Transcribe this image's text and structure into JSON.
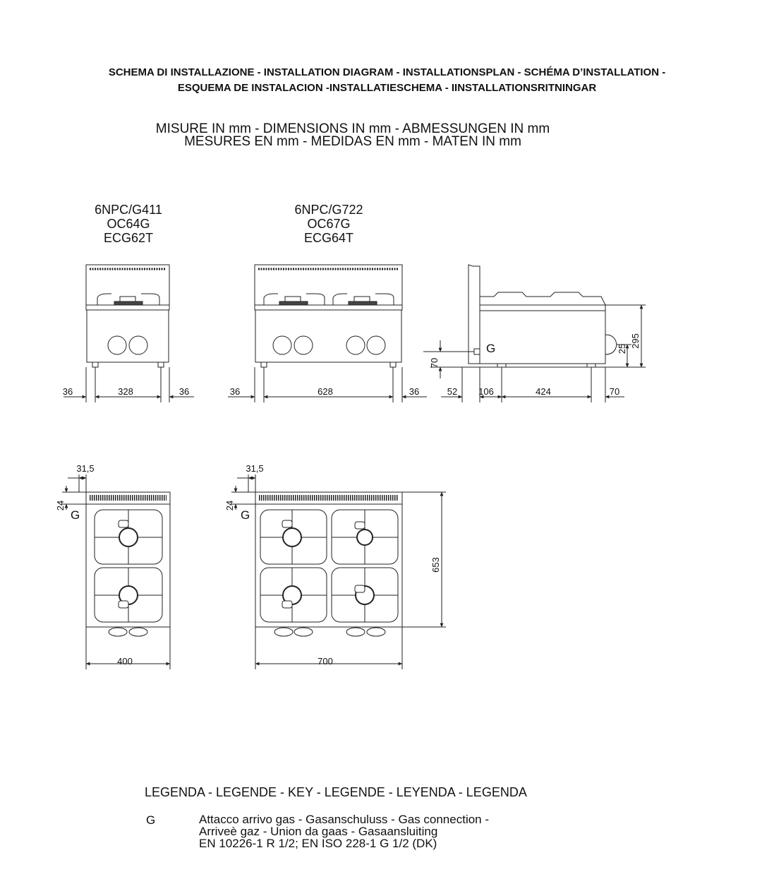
{
  "header": {
    "line1": "SCHEMA DI INSTALLAZIONE - INSTALLATION DIAGRAM - INSTALLATIONSPLAN - SCHÉMA D’INSTALLATION -",
    "line2": "ESQUEMA DE INSTALACION -INSTALLATIESCHEMA - IINSTALLATIONSRITNINGAR"
  },
  "measures": {
    "line1": "MISURE IN mm - DIMENSIONS IN mm - ABMESSUNGEN IN mm",
    "line2": "MESURES EN mm - MEDIDAS EN mm - MATEN IN mm"
  },
  "models_small": [
    "6NPC/G411",
    "OC64G",
    "ECG62T"
  ],
  "models_large": [
    "6NPC/G722",
    "OC67G",
    "ECG64T"
  ],
  "dims": {
    "front_small": [
      "36",
      "328",
      "36"
    ],
    "front_large": [
      "36",
      "628",
      "36"
    ],
    "side": [
      "52",
      "106",
      "424",
      "70"
    ],
    "side_height": "70",
    "side_total_height": "295",
    "side_knob": "25",
    "top_offset": "31,5",
    "top_depth_offset": "24",
    "top_width_small": "400",
    "top_width_large": "700",
    "top_depth": "653"
  },
  "gas_label": "G",
  "legend": {
    "title": "LEGENDA - LEGENDE - KEY - LEGENDE - LEYENDA - LEGENDA",
    "key": "G",
    "lines": [
      "Attacco arrivo gas - Gasanschuluss - Gas connection -",
      "Arriveè gaz - Union da gaas - Gasaansluiting",
      "EN 10226-1 R 1/2; EN ISO 228-1 G 1/2 (DK)"
    ]
  }
}
